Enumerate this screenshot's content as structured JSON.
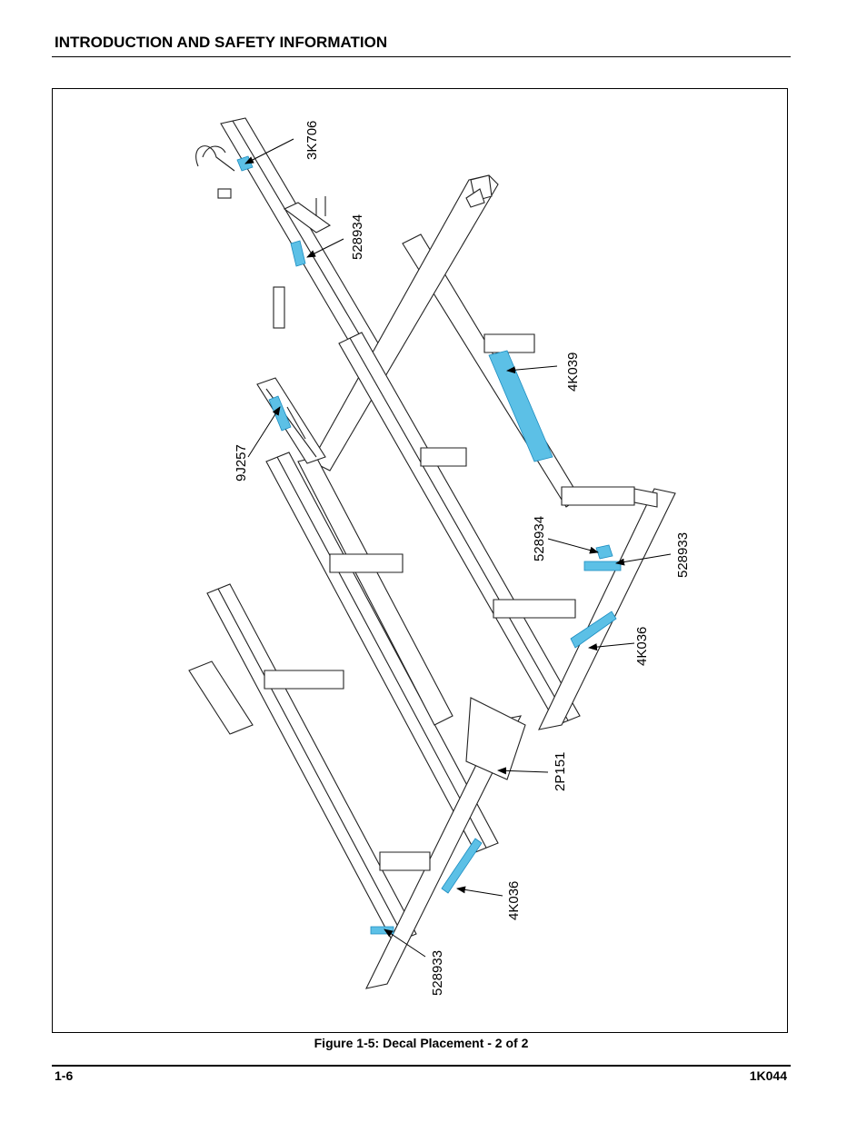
{
  "header": {
    "title": "INTRODUCTION AND SAFETY INFORMATION"
  },
  "figure": {
    "caption": "Figure 1-5:  Decal Placement - 2 of 2",
    "callouts": {
      "c_3k706": "3K706",
      "c_528934_top": "528934",
      "c_4k039": "4K039",
      "c_9j257": "9J257",
      "c_528934_mid": "528934",
      "c_528933_right": "528933",
      "c_4k036_right": "4K036",
      "c_2p151": "2P151",
      "c_4k036_bottom": "4K036",
      "c_528933_bottom": "528933"
    },
    "decal_color": "#5cc0e6"
  },
  "footer": {
    "page": "1-6",
    "doc": "1K044"
  }
}
